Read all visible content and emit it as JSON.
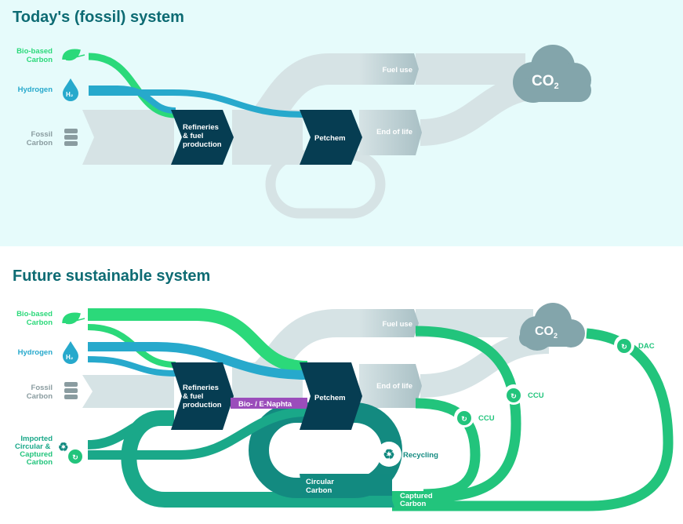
{
  "colors": {
    "title": "#0d6b73",
    "bio": "#2bd97a",
    "hydrogen": "#27a9cc",
    "fossil": "#d6e3e5",
    "process": "#063d52",
    "naphtha": "#9b4dbb",
    "circular": "#1aa889",
    "loop_green": "#22c47c",
    "co2_cloud": "#83a5ab",
    "top_background": "#e6fbfb"
  },
  "today": {
    "title": "Today's (fossil) system",
    "inputs": {
      "bio": [
        "Bio-based",
        "Carbon"
      ],
      "bio_icon": "leaf-icon",
      "hydrogen": "Hydrogen",
      "hydrogen_icon": "h2-drop-icon",
      "fossil": [
        "Fossil",
        "Carbon"
      ],
      "fossil_icon": "oil-barrel-icon"
    },
    "refineries": [
      "Refineries",
      "& fuel",
      "production"
    ],
    "petchem": "Petchem",
    "fuel_use": "Fuel use",
    "end_of_life": "End of life",
    "co2": {
      "main": "CO",
      "sub": "2"
    }
  },
  "future": {
    "title": "Future sustainable system",
    "inputs": {
      "bio": [
        "Bio-based",
        "Carbon"
      ],
      "hydrogen": "Hydrogen",
      "fossil": [
        "Fossil",
        "Carbon"
      ],
      "imported": [
        "Imported",
        "Circular &",
        "Captured",
        "Carbon"
      ],
      "imported_icon": "recycle-cloud-icon"
    },
    "refineries": [
      "Refineries",
      "& fuel",
      "production"
    ],
    "naphtha": "Bio- / E-Naphta",
    "petchem": "Petchem",
    "fuel_use": "Fuel use",
    "end_of_life": "End of life",
    "co2": {
      "main": "CO",
      "sub": "2"
    },
    "recycling": "Recycling",
    "circular_carbon": [
      "Circular",
      "Carbon"
    ],
    "captured_carbon": [
      "Captured",
      "Carbon"
    ],
    "ccu_inner": "CCU",
    "ccu_outer": "CCU",
    "dac": "DAC"
  }
}
